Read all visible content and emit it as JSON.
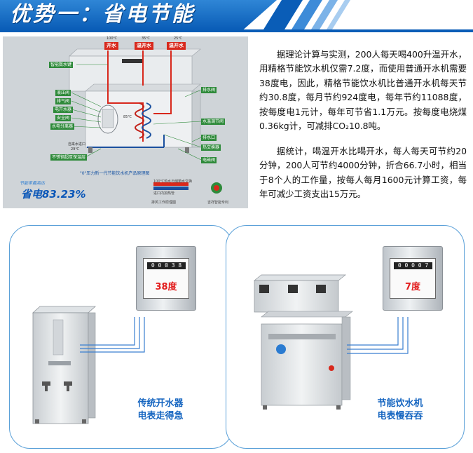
{
  "banner": {
    "title": "优势一：省电节能"
  },
  "diagram": {
    "callouts": [
      "智能数水键",
      "液压阀",
      "排气阀",
      "电开水器",
      "安全阀",
      "水电分离器",
      "不锈钢超厚保温层",
      "排水阀",
      "水温调节阀",
      "排水口",
      "热交换器",
      "电磁阀"
    ],
    "taps": [
      "开水",
      "温开水",
      "温开水"
    ],
    "temps": [
      "100℃",
      "35℃",
      "25℃",
      "29℃",
      "85℃"
    ],
    "inlet_label": "自来水进口",
    "caption": "\"0\"压力新一代节能饮水机产品原理图",
    "small_caps": [
      "100℃热水与储箱水交换",
      "进口内加热管",
      "排风工作原理图",
      "吉祥智能专利"
    ],
    "saving_small": "节能率最高达",
    "saving": "省电83.23%"
  },
  "text": {
    "p1": "据理论计算与实测，200人每天喝400升温开水，用精格节能饮水机仅需7.2度，而使用普通开水机需要38度电，因此，精格节能饮水机比普通开水机每天节约30.8度，每月节约924度电，每年节约11088度，按每度电1元计，每年可节省1.1万元。按每度电烧煤0.36kg计，可减排CO₂10.8吨。",
    "p2": "据统计，喝温开水比喝开水，每人每天可节约20分钟，200人可节约4000分钟，折合66.7小时，相当于8个人的工作量，按每人每月1600元计算工资，每年可减少工资支出15万元。"
  },
  "left_panel": {
    "meter_digits": "0 0 0 3 8",
    "meter_value": "38度",
    "caption_1": "传统开水器",
    "caption_2": "电表走得急"
  },
  "right_panel": {
    "meter_digits": "0 0 0 0 7",
    "meter_value": "7度",
    "caption_1": "节能饮水机",
    "caption_2": "电表慢吞吞"
  },
  "colors": {
    "brand_blue": "#0a5db7",
    "callout_green": "#2e8a3a",
    "tap_red": "#d8281c",
    "meter_red": "#e21d1d"
  }
}
